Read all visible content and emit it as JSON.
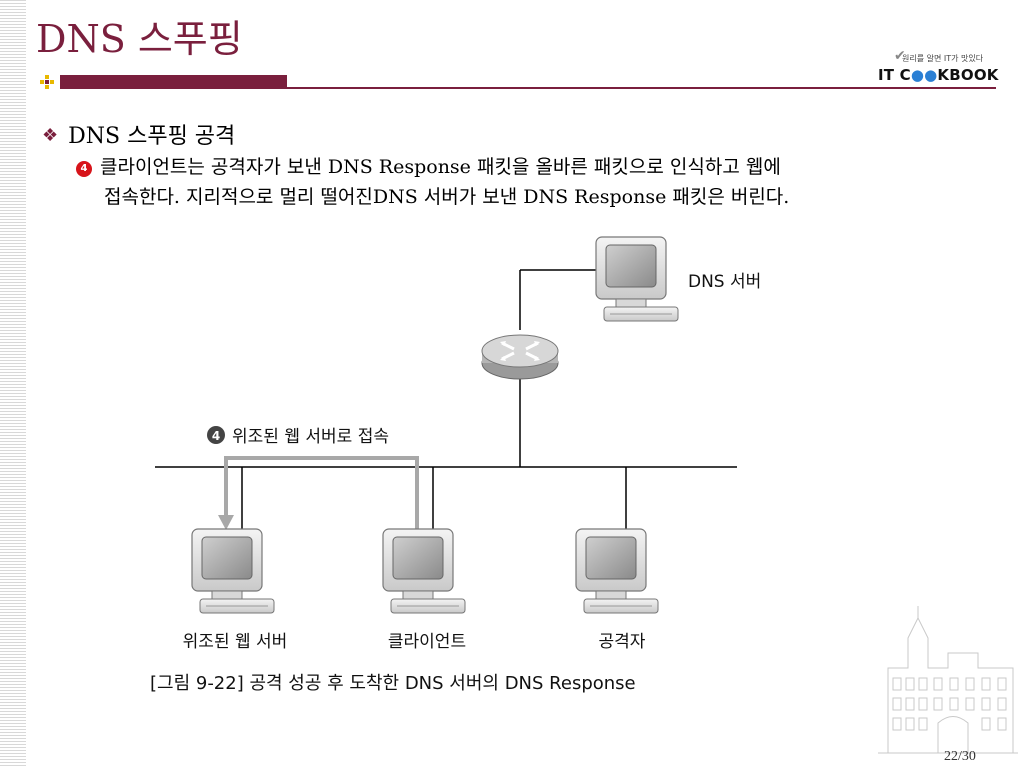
{
  "slide": {
    "title": "DNS 스푸핑",
    "bullet": "DNS 스푸핑 공격",
    "step_number": "4",
    "step_text_line1": "클라이언트는 공격자가 보낸 DNS Response 패킷을 올바른 패킷으로 인식하고 웹에",
    "step_text_line2": "접속한다. 지리적으로 멀리 떨어진DNS 서버가 보낸 DNS Response 패킷은 버린다.",
    "page_number": "22/30"
  },
  "logo": {
    "tagline": "원리를 알면 IT가 맛있다",
    "brand_prefix": "IT C",
    "brand_oo": "●●",
    "brand_suffix": "KBOOK"
  },
  "diagram": {
    "dns_server_label": "DNS 서버",
    "step_label_number": "4",
    "step_label_text": "위조된 웹 서버로 접속",
    "host_labels": [
      "위조된 웹 서버",
      "클라이언트",
      "공격자"
    ],
    "caption": "[그림 9-22] 공격 성공 후 도착한 DNS 서버의 DNS Response"
  },
  "colors": {
    "accent": "#7a1f3d",
    "badge": "#d7141a",
    "arrow": "#a8a8a8"
  }
}
